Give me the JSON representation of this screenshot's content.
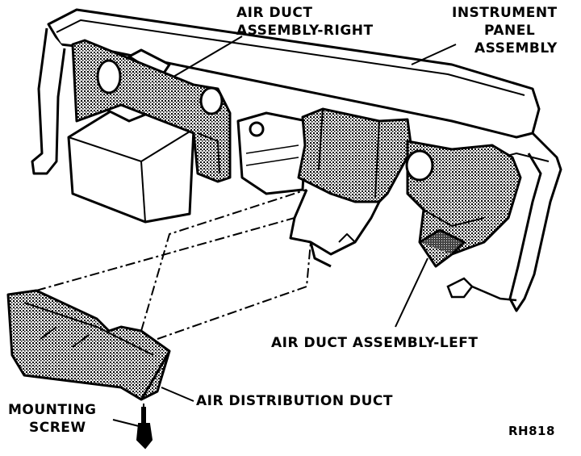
{
  "diagram": {
    "labels": {
      "air_duct_right_line1": "AIR DUCT",
      "air_duct_right_line2": "ASSEMBLY-RIGHT",
      "instrument_panel_line1": "INSTRUMENT",
      "instrument_panel_line2": "PANEL",
      "instrument_panel_line3": "ASSEMBLY",
      "air_duct_left": "AIR DUCT ASSEMBLY-LEFT",
      "air_distribution_duct": "AIR DISTRIBUTION DUCT",
      "mounting_screw_line1": "MOUNTING",
      "mounting_screw_line2": "SCREW",
      "figure_code": "RH818"
    },
    "colors": {
      "ink": "#000000",
      "paper": "#ffffff",
      "shade": "#6e6e6e"
    }
  }
}
